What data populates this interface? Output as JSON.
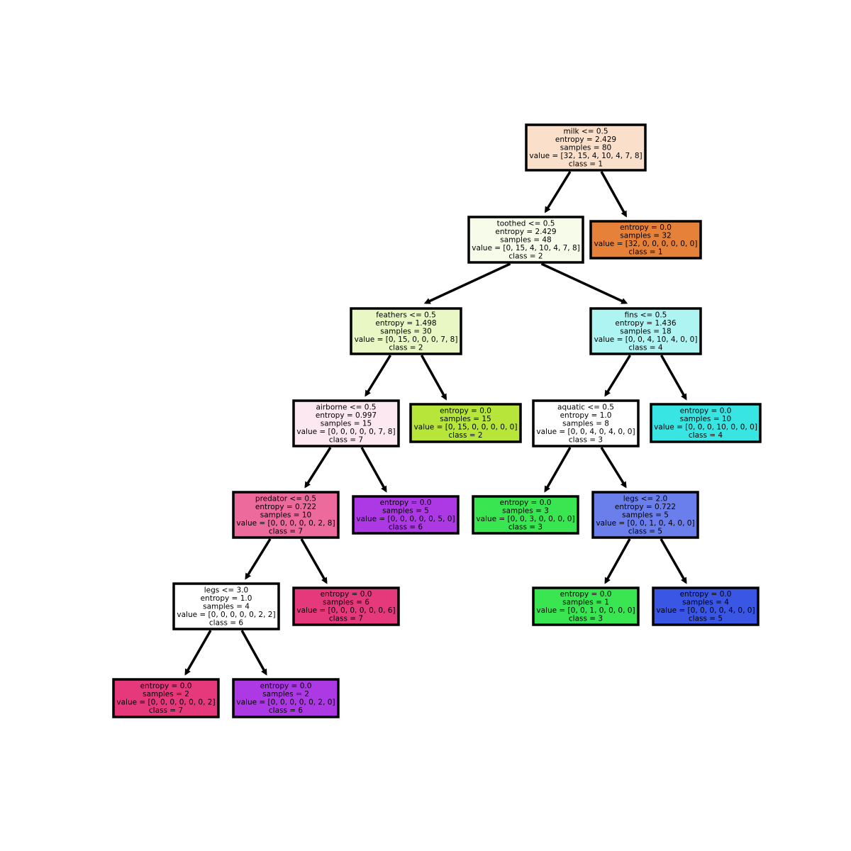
{
  "tree": {
    "nodes": [
      {
        "id": "n0",
        "lines": [
          "milk <= 0.5",
          "entropy = 2.429",
          "samples = 80",
          "value = [32, 15, 4, 10, 4, 7, 8]",
          "class = 1"
        ],
        "color": "#fadfcb"
      },
      {
        "id": "n1",
        "lines": [
          "toothed <= 0.5",
          "entropy = 2.429",
          "samples = 48",
          "value = [0, 15, 4, 10, 4, 7, 8]",
          "class = 2"
        ],
        "color": "#f6fbea"
      },
      {
        "id": "n2",
        "lines": [
          "entropy = 0.0",
          "samples = 32",
          "value = [32, 0, 0, 0, 0, 0, 0]",
          "class = 1"
        ],
        "color": "#e58139"
      },
      {
        "id": "n3",
        "lines": [
          "feathers <= 0.5",
          "entropy = 1.498",
          "samples = 30",
          "value = [0, 15, 0, 0, 0, 7, 8]",
          "class = 2"
        ],
        "color": "#e8f7c3"
      },
      {
        "id": "n4",
        "lines": [
          "fins <= 0.5",
          "entropy = 1.436",
          "samples = 18",
          "value = [0, 0, 4, 10, 4, 0, 0]",
          "class = 4"
        ],
        "color": "#aef4f2"
      },
      {
        "id": "n5",
        "lines": [
          "airborne <= 0.5",
          "entropy = 0.997",
          "samples = 15",
          "value = [0, 0, 0, 0, 0, 7, 8]",
          "class = 7"
        ],
        "color": "#fce8f0"
      },
      {
        "id": "n6",
        "lines": [
          "entropy = 0.0",
          "samples = 15",
          "value = [0, 15, 0, 0, 0, 0, 0]",
          "class = 2"
        ],
        "color": "#b7e539"
      },
      {
        "id": "n7",
        "lines": [
          "aquatic <= 0.5",
          "entropy = 1.0",
          "samples = 8",
          "value = [0, 0, 4, 0, 4, 0, 0]",
          "class = 3"
        ],
        "color": "#ffffff"
      },
      {
        "id": "n8",
        "lines": [
          "entropy = 0.0",
          "samples = 10",
          "value = [0, 0, 0, 10, 0, 0, 0]",
          "class = 4"
        ],
        "color": "#39e5e2"
      },
      {
        "id": "n9",
        "lines": [
          "predator <= 0.5",
          "entropy = 0.722",
          "samples = 10",
          "value = [0, 0, 0, 0, 0, 2, 8]",
          "class = 7"
        ],
        "color": "#ec6a9c"
      },
      {
        "id": "n10",
        "lines": [
          "entropy = 0.0",
          "samples = 5",
          "value = [0, 0, 0, 0, 0, 5, 0]",
          "class = 6"
        ],
        "color": "#ad39e5"
      },
      {
        "id": "n11",
        "lines": [
          "entropy = 0.0",
          "samples = 3",
          "value = [0, 0, 3, 0, 0, 0, 0]",
          "class = 3"
        ],
        "color": "#39e550"
      },
      {
        "id": "n12",
        "lines": [
          "legs <= 2.0",
          "entropy = 0.722",
          "samples = 5",
          "value = [0, 0, 1, 0, 4, 0, 0]",
          "class = 5"
        ],
        "color": "#6a7fec"
      },
      {
        "id": "n13",
        "lines": [
          "legs <= 3.0",
          "entropy = 1.0",
          "samples = 4",
          "value = [0, 0, 0, 0, 0, 2, 2]",
          "class = 6"
        ],
        "color": "#ffffff"
      },
      {
        "id": "n14",
        "lines": [
          "entropy = 0.0",
          "samples = 6",
          "value = [0, 0, 0, 0, 0, 0, 6]",
          "class = 7"
        ],
        "color": "#e5397b"
      },
      {
        "id": "n15",
        "lines": [
          "entropy = 0.0",
          "samples = 1",
          "value = [0, 0, 1, 0, 0, 0, 0]",
          "class = 3"
        ],
        "color": "#39e550"
      },
      {
        "id": "n16",
        "lines": [
          "entropy = 0.0",
          "samples = 4",
          "value = [0, 0, 0, 0, 4, 0, 0]",
          "class = 5"
        ],
        "color": "#3956e5"
      },
      {
        "id": "n17",
        "lines": [
          "entropy = 0.0",
          "samples = 2",
          "value = [0, 0, 0, 0, 0, 0, 2]",
          "class = 7"
        ],
        "color": "#e5397b"
      },
      {
        "id": "n18",
        "lines": [
          "entropy = 0.0",
          "samples = 2",
          "value = [0, 0, 0, 0, 0, 2, 0]",
          "class = 6"
        ],
        "color": "#ad39e5"
      }
    ],
    "edges": [
      [
        "n0",
        "n1"
      ],
      [
        "n0",
        "n2"
      ],
      [
        "n1",
        "n3"
      ],
      [
        "n1",
        "n4"
      ],
      [
        "n3",
        "n5"
      ],
      [
        "n3",
        "n6"
      ],
      [
        "n4",
        "n7"
      ],
      [
        "n4",
        "n8"
      ],
      [
        "n5",
        "n9"
      ],
      [
        "n5",
        "n10"
      ],
      [
        "n7",
        "n11"
      ],
      [
        "n7",
        "n12"
      ],
      [
        "n9",
        "n13"
      ],
      [
        "n9",
        "n14"
      ],
      [
        "n12",
        "n15"
      ],
      [
        "n12",
        "n16"
      ],
      [
        "n13",
        "n17"
      ],
      [
        "n13",
        "n18"
      ]
    ]
  }
}
